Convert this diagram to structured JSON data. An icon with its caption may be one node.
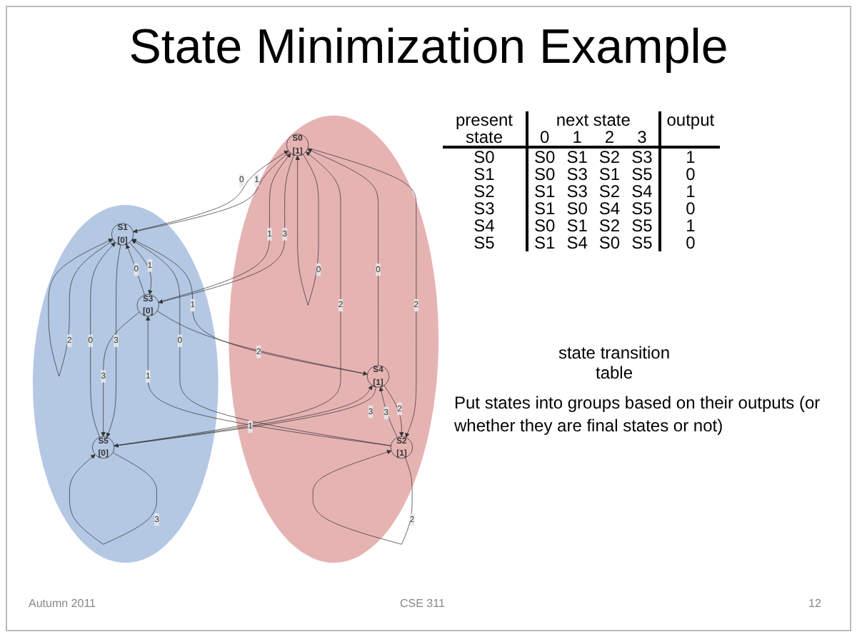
{
  "diagram": {
    "title": "State Minimization Example",
    "nodes": [
      {
        "text": [],
        "shape": "ellipse"
      },
      {
        "text": [
          "S0",
          "[1]"
        ],
        "in": 0
      },
      {
        "text": [
          "S2",
          "[1]"
        ],
        "in": 0
      },
      {
        "text": [
          "S4",
          "[1]"
        ],
        "in": 0
      },
      {
        "text": [],
        "shape": "ellipse"
      },
      {
        "text": [
          "S1",
          "[0]"
        ],
        "in": 4
      },
      {
        "text": [
          "S3",
          "[0]"
        ],
        "in": 4
      },
      {
        "text": [
          "S5",
          "[0]"
        ],
        "in": 4
      }
    ],
    "edges": [
      {
        "from": 1,
        "to": 1,
        "arrow": "to",
        "label": "0"
      },
      {
        "from": 1,
        "to": 5,
        "arrow": "to",
        "label": "1"
      },
      {
        "from": 1,
        "to": 2,
        "arrow": "to",
        "label": "2"
      },
      {
        "from": 1,
        "to": 6,
        "arrow": "to",
        "label": "3"
      },
      {
        "from": 5,
        "to": 1,
        "arrow": "to",
        "label": "0"
      },
      {
        "from": 5,
        "to": 6,
        "arrow": "to",
        "label": "1"
      },
      {
        "from": 5,
        "to": 5,
        "arrow": "to",
        "label": "2"
      },
      {
        "from": 5,
        "to": 7,
        "arrow": "to",
        "label": "3"
      },
      {
        "from": 2,
        "to": 5,
        "arrow": "to",
        "label": "0"
      },
      {
        "from": 2,
        "to": 6,
        "arrow": "to",
        "label": "1"
      },
      {
        "from": 2,
        "to": 2,
        "arrow": "to",
        "label": "2"
      },
      {
        "from": 2,
        "to": 3,
        "arrow": "to",
        "label": "3"
      },
      {
        "from": 6,
        "to": 5,
        "arrow": "to",
        "label": "0"
      },
      {
        "from": 6,
        "to": 1,
        "arrow": "to",
        "label": "1"
      },
      {
        "from": 6,
        "to": 3,
        "arrow": "to",
        "label": "2"
      },
      {
        "from": 6,
        "to": 7,
        "arrow": "to",
        "label": "3"
      },
      {
        "from": 3,
        "to": 1,
        "arrow": "to",
        "label": "0"
      },
      {
        "from": 3,
        "to": 5,
        "arrow": "to",
        "label": "1"
      },
      {
        "from": 3,
        "to": 2,
        "arrow": "to",
        "label": "2"
      },
      {
        "from": 3,
        "to": 7,
        "arrow": "to",
        "label": "3"
      },
      {
        "from": 7,
        "to": 5,
        "arrow": "to",
        "label": "0"
      },
      {
        "from": 7,
        "to": 3,
        "arrow": "to",
        "label": "1"
      },
      {
        "from": 7,
        "to": 1,
        "arrow": "to",
        "label": "2"
      },
      {
        "from": 7,
        "to": 7,
        "arrow": "to",
        "label": "3"
      }
    ],
    "labels": [
      "present state",
      "next state",
      "output",
      "0",
      "1",
      "2",
      "3",
      "S0",
      "S0",
      "S1",
      "S2",
      "S3",
      "1",
      "S1",
      "S0",
      "S3",
      "S1",
      "S5",
      "0",
      "S2",
      "S1",
      "S3",
      "S2",
      "S4",
      "1",
      "S3",
      "S1",
      "S0",
      "S4",
      "S5",
      "0",
      "S4",
      "S0",
      "S1",
      "S2",
      "S5",
      "1",
      "S5",
      "S1",
      "S4",
      "S0",
      "S5",
      "0",
      "state transition table",
      "Put states into groups based on their outputs (or whether they are final states or not)",
      "Autumn 2011",
      "CSE 311",
      "12"
    ]
  }
}
